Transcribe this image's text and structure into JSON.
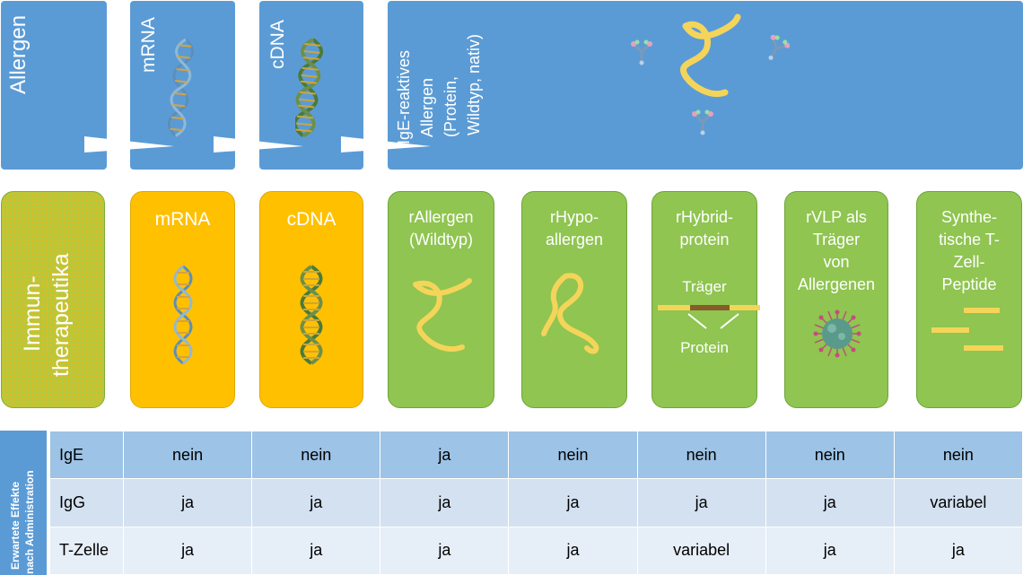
{
  "top_row": {
    "allergen": "Allergen",
    "mrna": "mRNA",
    "cdna": "cDNA",
    "ige_reactive": [
      "IgE-reaktives",
      "Allergen",
      "(Protein,",
      "Wildtyp, nativ)"
    ]
  },
  "side_label": [
    "Immun-",
    "therapeutika"
  ],
  "cards": [
    {
      "lines": [
        "mRNA"
      ]
    },
    {
      "lines": [
        "cDNA"
      ]
    },
    {
      "lines": [
        "rAllergen",
        "(Wildtyp)"
      ]
    },
    {
      "lines": [
        "rHypo-",
        "allergen"
      ]
    },
    {
      "lines": [
        "rHybrid-",
        "protein"
      ],
      "carrier": "Träger",
      "protein": "Protein"
    },
    {
      "lines": [
        "rVLP als",
        "Träger",
        "von",
        "Allergenen"
      ]
    },
    {
      "lines": [
        "Synthe-",
        "tische T-",
        "Zell-",
        "Peptide"
      ]
    }
  ],
  "table": {
    "side_label": [
      "Erwartete Effekte",
      "nach Administration"
    ],
    "rows": [
      {
        "label": "IgE",
        "values": [
          "nein",
          "nein",
          "ja",
          "nein",
          "nein",
          "nein",
          "nein"
        ]
      },
      {
        "label": "IgG",
        "values": [
          "ja",
          "ja",
          "ja",
          "ja",
          "ja",
          "ja",
          "variabel"
        ]
      },
      {
        "label": "T-Zelle",
        "values": [
          "ja",
          "ja",
          "ja",
          "ja",
          "variabel",
          "ja",
          "ja"
        ]
      }
    ]
  },
  "colors": {
    "blue": "#5b9bd5",
    "orange": "#ffc000",
    "green": "#8fc550",
    "allergen_yellow": "#f5d45a"
  },
  "icons": [
    "dna-helix-icon",
    "antibody-icon",
    "protein-chain-icon",
    "virus-particle-icon",
    "peptide-icon"
  ]
}
